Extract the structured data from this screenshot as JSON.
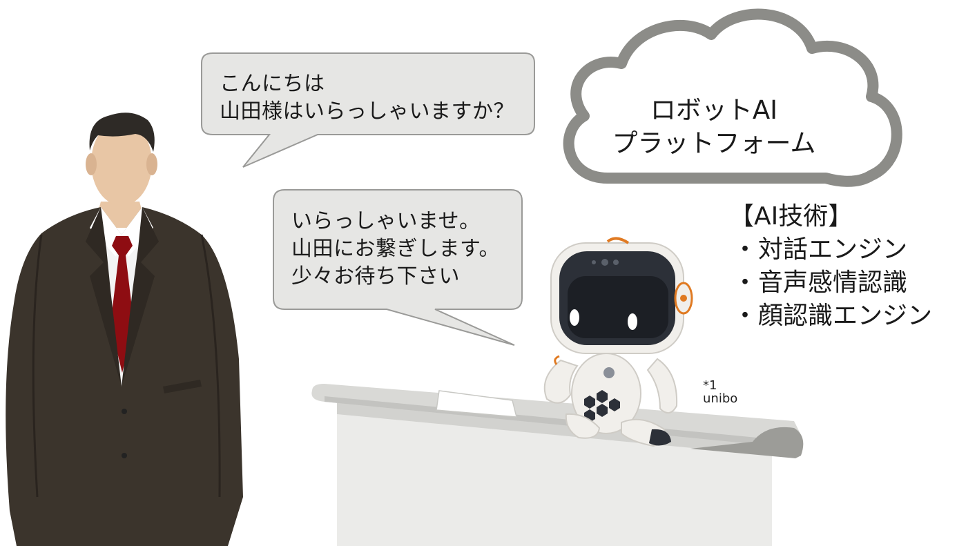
{
  "speech": {
    "greeting": [
      "こんにちは",
      "山田様はいらっしゃいますか？"
    ],
    "reply": [
      "いらっしゃいませ。",
      "山田にお繋ぎします。",
      "少々お待ち下さい"
    ]
  },
  "cloud": {
    "lines": [
      "ロボットAI",
      "プラットフォーム"
    ]
  },
  "ai_tech": {
    "title": "【AI技術】",
    "bullet": "・",
    "items": [
      "対話エンジン",
      "音声感情認識",
      "顔認識エンジン"
    ]
  },
  "robot_label": {
    "note": "*1",
    "name": "unibo"
  },
  "colors": {
    "bubble_fill": "#e6e6e4",
    "bubble_stroke": "#9a9a98",
    "cloud_stroke": "#8c8c88",
    "suit": "#3b342c",
    "tie": "#8e0d12",
    "skin": "#e8c6a5",
    "hair": "#2e2a26",
    "desk": "#d9d9d6",
    "robot_body": "#f1efeb",
    "robot_screen": "#2c3038",
    "robot_accent": "#e07a22"
  }
}
